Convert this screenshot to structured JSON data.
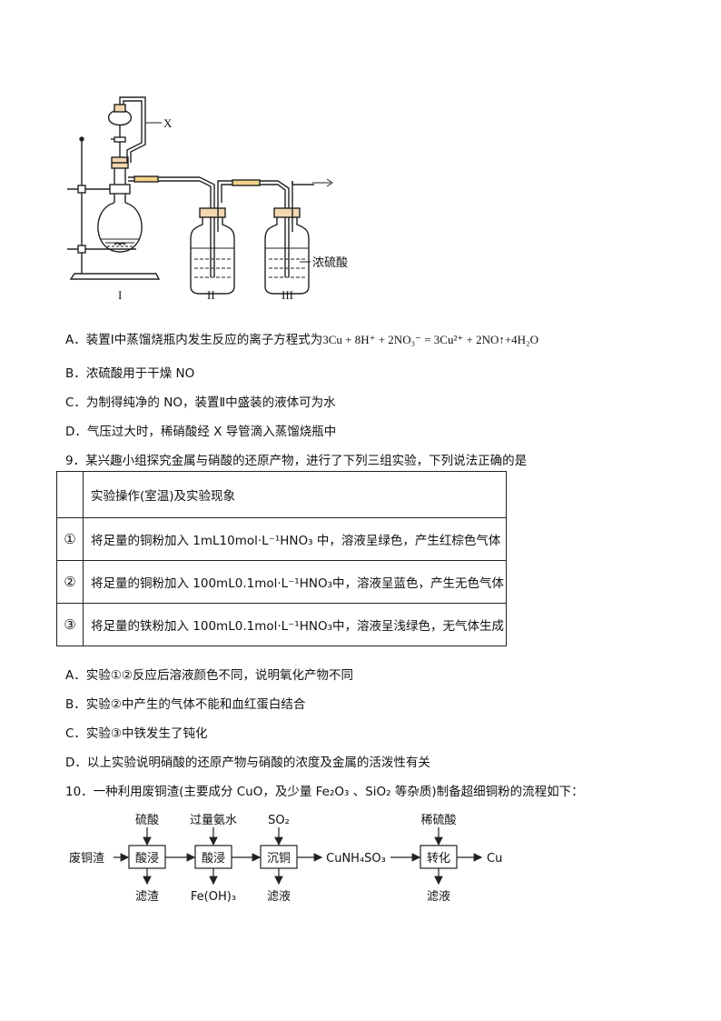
{
  "apparatus": {
    "label_x": "X",
    "label_acid": "浓硫酸",
    "label_i": "I",
    "label_ii": "II",
    "label_iii": "III"
  },
  "q8_options": {
    "a_prefix": "A．装置Ⅰ中蒸馏烧瓶内发生反应的离子方程式为",
    "a_equation": "3Cu + 8H⁺ + 2NO₃⁻ = 3Cu²⁺ + 2NO↑+4H₂O",
    "b": "B．浓硫酸用于干燥 NO",
    "c": "C．为制得纯净的 NO，装置Ⅱ中盛装的液体可为水",
    "d": "D．气压过大时，稀硝酸经 X 导管滴入蒸馏烧瓶中"
  },
  "q9": {
    "stem": "9．某兴趣小组探究金属与硝酸的还原产物，进行了下列三组实验，下列说法正确的是",
    "table": {
      "header": "实验操作(室温)及实验现象",
      "rows": [
        {
          "num": "①",
          "text": "将足量的铜粉加入 1mL10mol·L⁻¹HNO₃ 中，溶液呈绿色，产生红棕色气体"
        },
        {
          "num": "②",
          "text": "将足量的铜粉加入 100mL0.1mol·L⁻¹HNO₃中，溶液呈蓝色，产生无色气体"
        },
        {
          "num": "③",
          "text": "将足量的铁粉加入 100mL0.1mol·L⁻¹HNO₃中，溶液呈浅绿色，无气体生成"
        }
      ]
    },
    "a": "A．实验①②反应后溶液颜色不同，说明氧化产物不同",
    "b": "B．实验②中产生的气体不能和血红蛋白结合",
    "c": "C．实验③中铁发生了钝化",
    "d": "D．以上实验说明硝酸的还原产物与硝酸的浓度及金属的活泼性有关"
  },
  "q10": {
    "stem": "10．一种利用废铜渣(主要成分 CuO，及少量 Fe₂O₃ 、SiO₂ 等杂质)制备超细铜粉的流程如下：",
    "flow": {
      "start": "废铜渣",
      "box1": "酸浸",
      "in1": "硫酸",
      "out1": "滤渣",
      "box2": "酸浸",
      "in2": "过量氨水",
      "out2": "Fe(OH)₃",
      "box3": "沉铜",
      "in3": "SO₂",
      "out3": "滤液",
      "mid": "CuNH₄SO₃",
      "box4": "转化",
      "in4": "稀硫酸",
      "out4": "滤液",
      "end": "Cu"
    }
  }
}
